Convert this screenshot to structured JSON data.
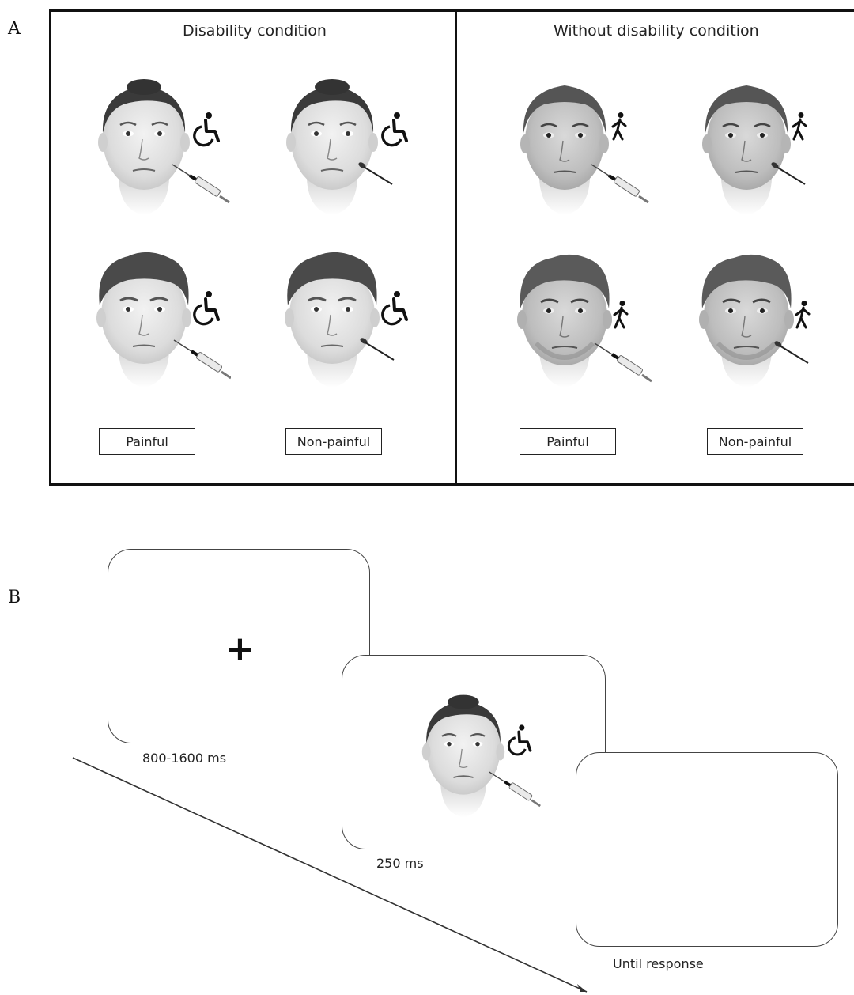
{
  "panel_a": {
    "letter": "A",
    "disability": {
      "title": "Disability condition",
      "label_left": "Painful",
      "label_right": "Non-painful"
    },
    "without_disability": {
      "title": "Without disability condition",
      "label_left": "Painful",
      "label_right": "Non-painful"
    }
  },
  "panel_b": {
    "letter": "B",
    "fixation_symbol": "+",
    "screen1_timing": "800-1600 ms",
    "screen2_timing": "250 ms",
    "screen3_timing": "Until response"
  }
}
